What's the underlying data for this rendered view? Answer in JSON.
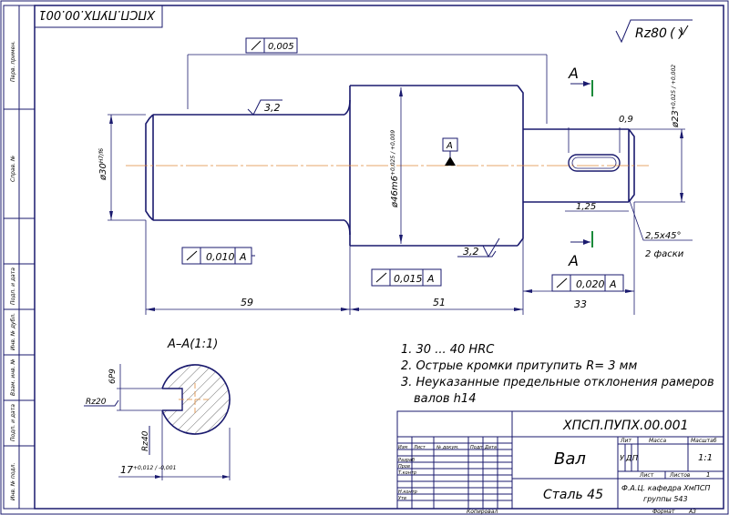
{
  "stamp_title": "ХПСП.ПУПХ.00.001",
  "stamp_title_mirrored": "ХПСП.ПУПХ.00.001",
  "roughness_general": "Rz80",
  "roughness_general_suffix": "( )",
  "part_name": "Вал",
  "material": "Сталь 45",
  "section_label": "А–А(1:1)",
  "section_marks": [
    "A",
    "A"
  ],
  "datum_letter": "А",
  "tolerances": {
    "runout_top": "0,005",
    "runout_left": "0,010",
    "runout_left_datum": "А",
    "runout_mid": "0,015",
    "runout_mid_datum": "А",
    "runout_right": "0,020",
    "runout_right_datum": "А"
  },
  "dimensions": {
    "len_left": "59",
    "len_mid": "51",
    "len_right": "33",
    "dia_left": "ø30",
    "dia_left_fit": "H7/f6",
    "dia_mid": "ø46",
    "dia_mid_fit": "m6",
    "dia_mid_tol": "+0,025 / +0,009",
    "dia_right": "ø23",
    "dia_right_tol": "+0,025 / +0,002",
    "chamfer": "2,5x45°",
    "chamfer_note": "2 фаски",
    "key_width": "0,9",
    "key_len": "1,25",
    "section_depth": "17",
    "section_depth_tol": "+0,012 / -0,001",
    "section_b": "6P9",
    "section_rz": "Rz20",
    "section_r": "Rz40",
    "roughness_left": "3,2",
    "roughness_mid": "3,2"
  },
  "notes": [
    "1. 30 ... 40 HRC",
    "2. Острые кромки притупить R= 3 мм",
    "3. Неуказанные предельные отклонения рамеров",
    "валов h14"
  ],
  "title_block": {
    "code": "ХПСП.ПУПХ.00.001",
    "name": "Вал",
    "material": "Сталь 45",
    "lit_header": "Лит",
    "mass_header": "Масса",
    "scale_header": "Масштаб",
    "scale_value": "1:1",
    "sheet_label": "Лист",
    "sheets_label": "Листов",
    "sheets_value": "1",
    "org_line1": "Ф.А.Ц. кафедра ХмПСП",
    "org_line2": "группы 543",
    "row_labels": [
      "Изм",
      "Лист",
      "№ докум.",
      "Подп.",
      "Дата"
    ],
    "role_labels": [
      "Разраб",
      "Пров",
      "Т.контр",
      "",
      "Н.контр",
      "Утв"
    ],
    "lit_letters": [
      "У",
      "Д",
      "П"
    ],
    "copied_label": "Копировал",
    "format_label": "Формат",
    "format_value": "А3"
  },
  "side_strip": [
    "Перв. примен.",
    "Справ. №",
    "Подп. и дата",
    "Инв. № дубл.",
    "Взам. инв. №",
    "Подп. и дата",
    "Инв. № подл."
  ],
  "colors": {
    "line": "#1a1a6e",
    "center": "#e08a3a",
    "text": "#000000",
    "green": "#1a8a3a",
    "hatch": "#333333"
  }
}
